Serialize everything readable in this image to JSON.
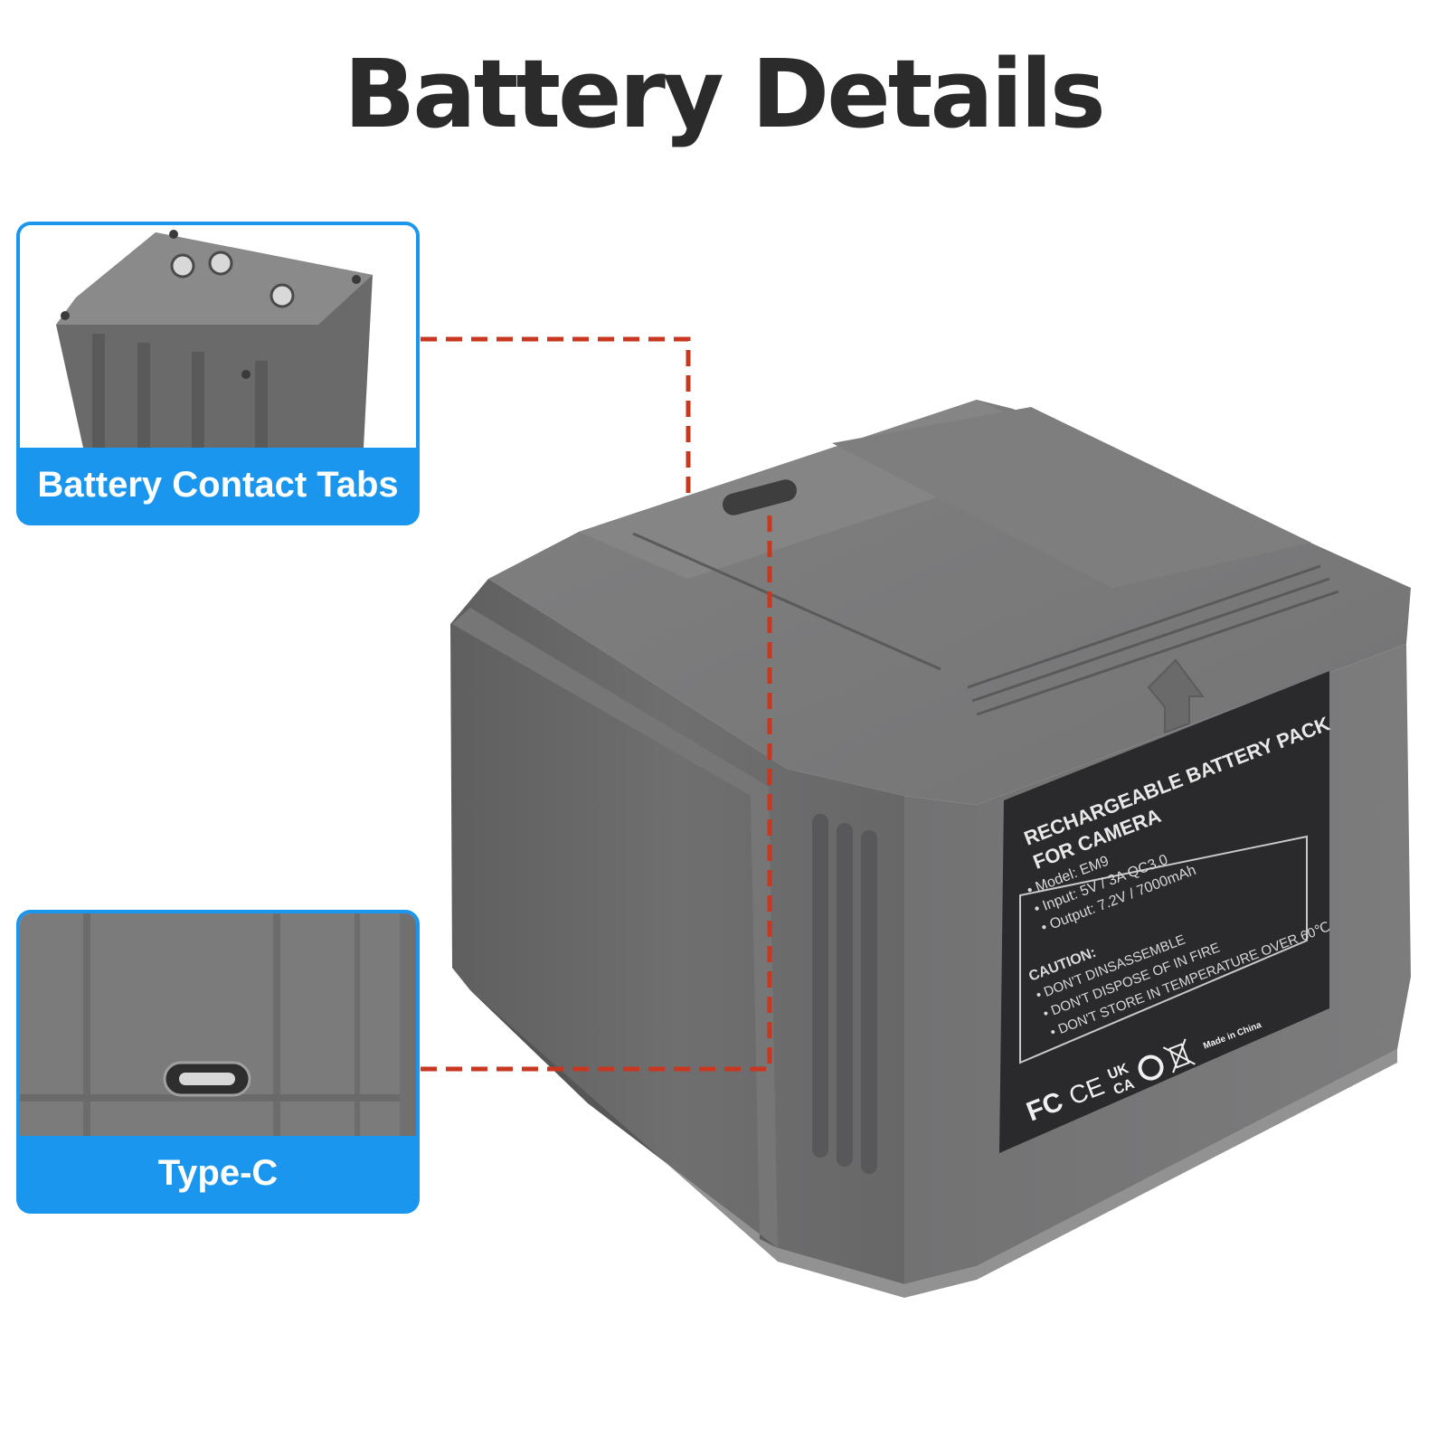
{
  "page": {
    "title": "Battery Details"
  },
  "callouts": [
    {
      "label": "Battery Contact Tabs"
    },
    {
      "label": "Type-C"
    }
  ],
  "battery_label": {
    "heading_line1": "RECHARGEABLE BATTERY PACK",
    "heading_line2": "FOR CAMERA",
    "model": "• Model:  EM9",
    "input": "• Input:   5V / 3A QC3.0",
    "output": "• Output: 7.2V / 7000mAh",
    "caution_title": "CAUTION:",
    "caution_1": "• DON'T DINSASSEMBLE",
    "caution_2": "• DON'T DISPOSE OF IN FIRE",
    "caution_3": "• DON'T STORE IN TEMPERATURE OVER 60℃",
    "made_in": "Made in China",
    "mark_fc": "FC",
    "mark_ce": "CE",
    "mark_ukca_1": "UK",
    "mark_ukca_2": "CA"
  },
  "colors": {
    "accent_blue": "#1a96ee",
    "callout_line": "#c8371f",
    "battery_body": "#6e6e6e",
    "label_background": "#2a2a2d"
  }
}
